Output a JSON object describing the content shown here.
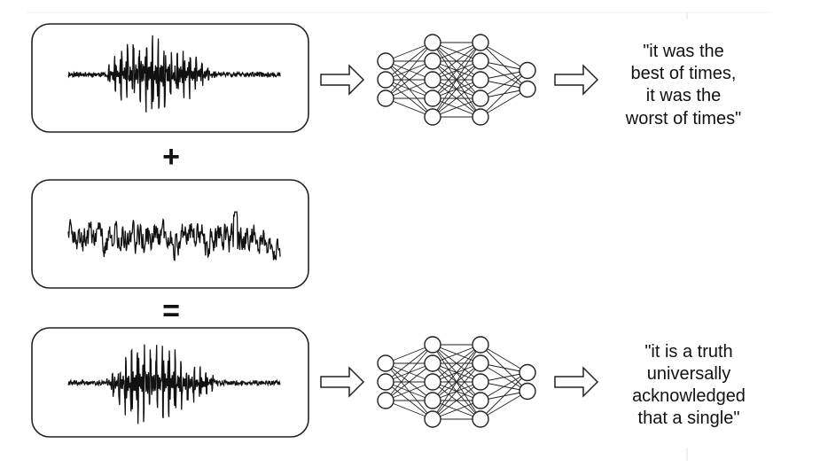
{
  "diagram": {
    "operators": {
      "plus": "+",
      "equals": "="
    },
    "outputs": {
      "top": [
        "\"it was the",
        "best of times,",
        "it was the",
        "worst of times\""
      ],
      "bottom": [
        "\"it is a truth",
        "universally",
        "acknowledged",
        "that a single\""
      ]
    },
    "network": {
      "layers": [
        3,
        5,
        5,
        2
      ]
    },
    "waveforms": {
      "top": "speech-signal",
      "middle": "noise-signal",
      "bottom": "adversarial-signal"
    }
  }
}
